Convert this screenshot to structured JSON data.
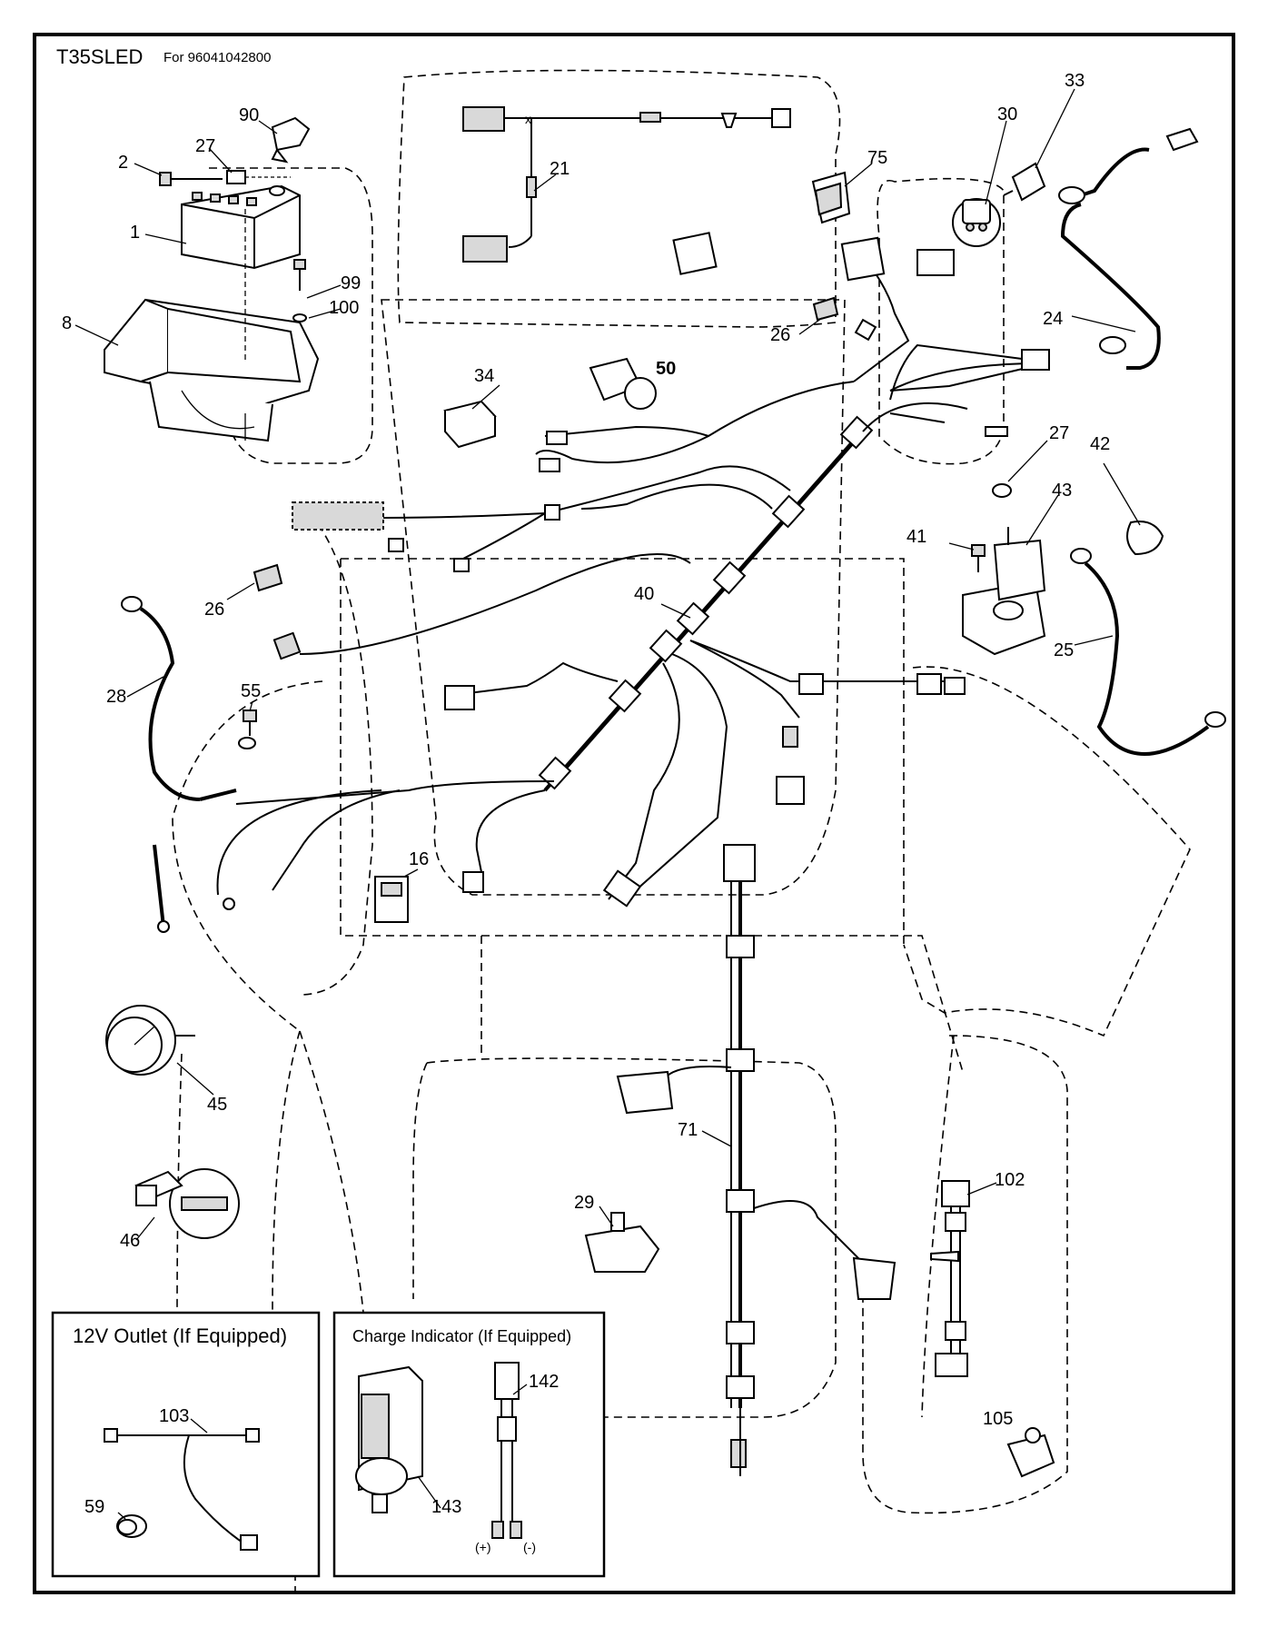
{
  "header": {
    "model": "T35SLED",
    "subtitle": "For 96041042800"
  },
  "callouts": {
    "c1": "1",
    "c2": "2",
    "c8": "8",
    "c16": "16",
    "c21": "21",
    "c24": "24",
    "c25": "25",
    "c26a": "26",
    "c26b": "26",
    "c27a": "27",
    "c27b": "27",
    "c28": "28",
    "c29": "29",
    "c30": "30",
    "c33": "33",
    "c34": "34",
    "c40": "40",
    "c41": "41",
    "c42": "42",
    "c43": "43",
    "c45": "45",
    "c46": "46",
    "c50": "50",
    "c55": "55",
    "c59": "59",
    "c71": "71",
    "c75": "75",
    "c90": "90",
    "c99": "99",
    "c100": "100",
    "c102": "102",
    "c103": "103",
    "c105": "105",
    "c142": "142",
    "c143": "143"
  },
  "insets": {
    "outlet_title": "12V Outlet (If Equipped)",
    "charge_title": "Charge Indicator (If Equipped)",
    "plus_label": "(+)",
    "minus_label": "(-)"
  }
}
